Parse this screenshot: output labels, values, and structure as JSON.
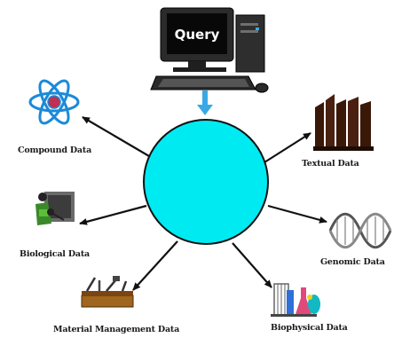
{
  "query": {
    "label": "Query"
  },
  "nodes": {
    "compound": {
      "label": "Compound Data",
      "icon": "atom-icon"
    },
    "textual": {
      "label": "Textual Data",
      "icon": "books-icon"
    },
    "biological": {
      "label": "Biological Data",
      "icon": "scientist-icon"
    },
    "genomic": {
      "label": "Genomic Data",
      "icon": "dna-helix-icon"
    },
    "material": {
      "label": "Material Management Data",
      "icon": "toolbox-icon"
    },
    "biophysical": {
      "label": "Biophysical Data",
      "icon": "lab-glassware-icon"
    }
  },
  "colors": {
    "hub": "#00eaf2",
    "atom": "#1a8ad9",
    "query_arrow": "#39a9e6"
  }
}
